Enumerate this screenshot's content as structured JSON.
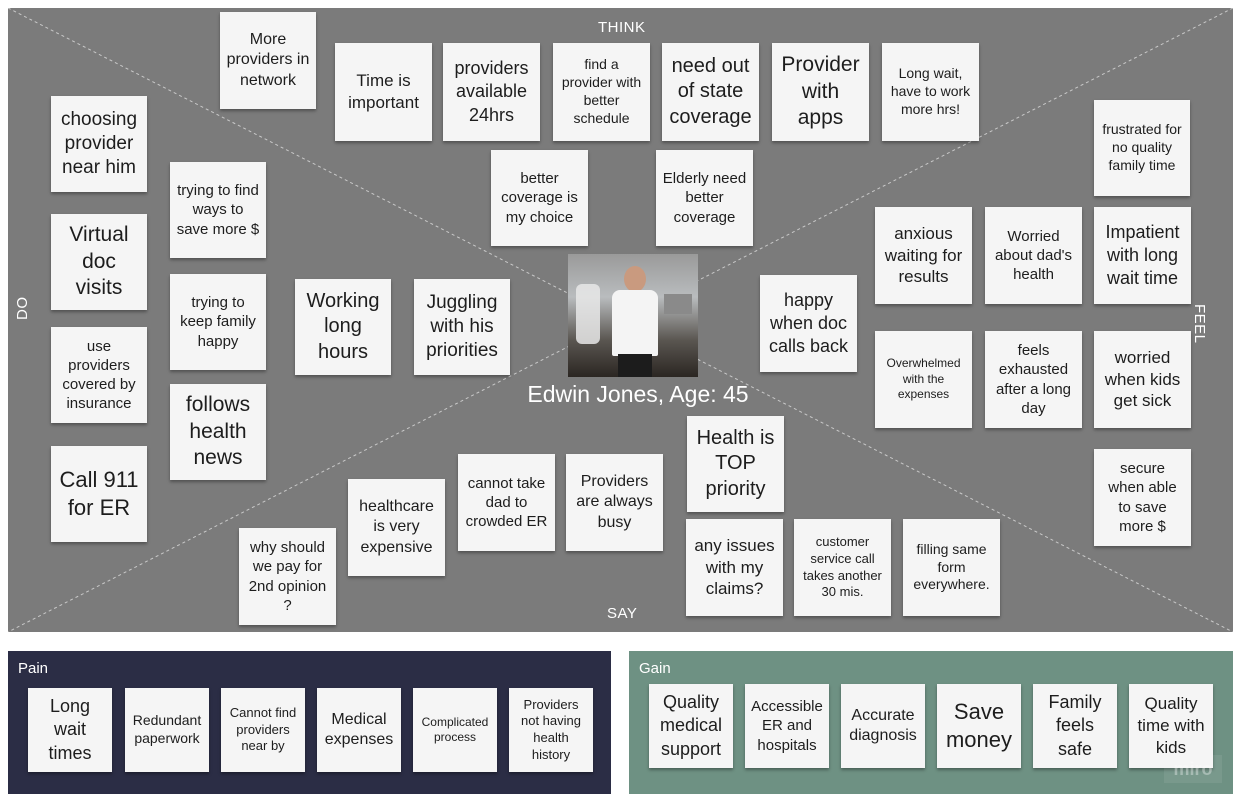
{
  "persona": {
    "name": "Edwin Jones, Age: 45"
  },
  "quadrants": {
    "think": "THINK",
    "say": "SAY",
    "do": "DO",
    "feel": "FEEL"
  },
  "think_notes": [
    "More providers in network",
    "Time is important",
    "providers available 24hrs",
    "find a provider with better schedule",
    "need out of state coverage",
    "Provider with apps",
    "Long wait, have to work more hrs!",
    "better coverage is my choice",
    "Elderly need better coverage"
  ],
  "do_notes": [
    "choosing provider near him",
    "trying to find ways to save more $",
    "Virtual doc visits",
    "trying to keep family happy",
    "Working long hours",
    "Juggling with his priorities",
    "use providers covered by insurance",
    "follows health news",
    "Call 911 for ER"
  ],
  "feel_notes": [
    "frustrated for no quality family time",
    "anxious waiting for results",
    "Worried about dad's health",
    "Impatient with long wait  time",
    "happy when doc calls back",
    "Overwhelmed with the expenses",
    "feels exhausted after a long day",
    "worried when kids get sick",
    "secure when able to save more $"
  ],
  "say_notes": [
    "Health is TOP priority",
    "healthcare is very expensive",
    "cannot take dad to crowded ER",
    "Providers are always busy",
    "why should we pay for 2nd opinion ?",
    "any issues with my claims?",
    "customer service call takes another 30 mis.",
    "filling same form everywhere."
  ],
  "pain": {
    "title": "Pain",
    "notes": [
      "Long wait times",
      "Redundant paperwork",
      "Cannot find providers near by",
      "Medical expenses",
      "Complicated process",
      "Providers not having health history"
    ]
  },
  "gain": {
    "title": "Gain",
    "notes": [
      "Quality medical support",
      "Accessible ER and hospitals",
      "Accurate diagnosis",
      "Save money",
      "Family feels safe",
      "Quality time with kids"
    ]
  },
  "watermark": "miro",
  "colors": {
    "board": "#7b7b7b",
    "pain_panel": "#2b2d45",
    "gain_panel": "#6e9183",
    "note": "#f5f5f5"
  }
}
